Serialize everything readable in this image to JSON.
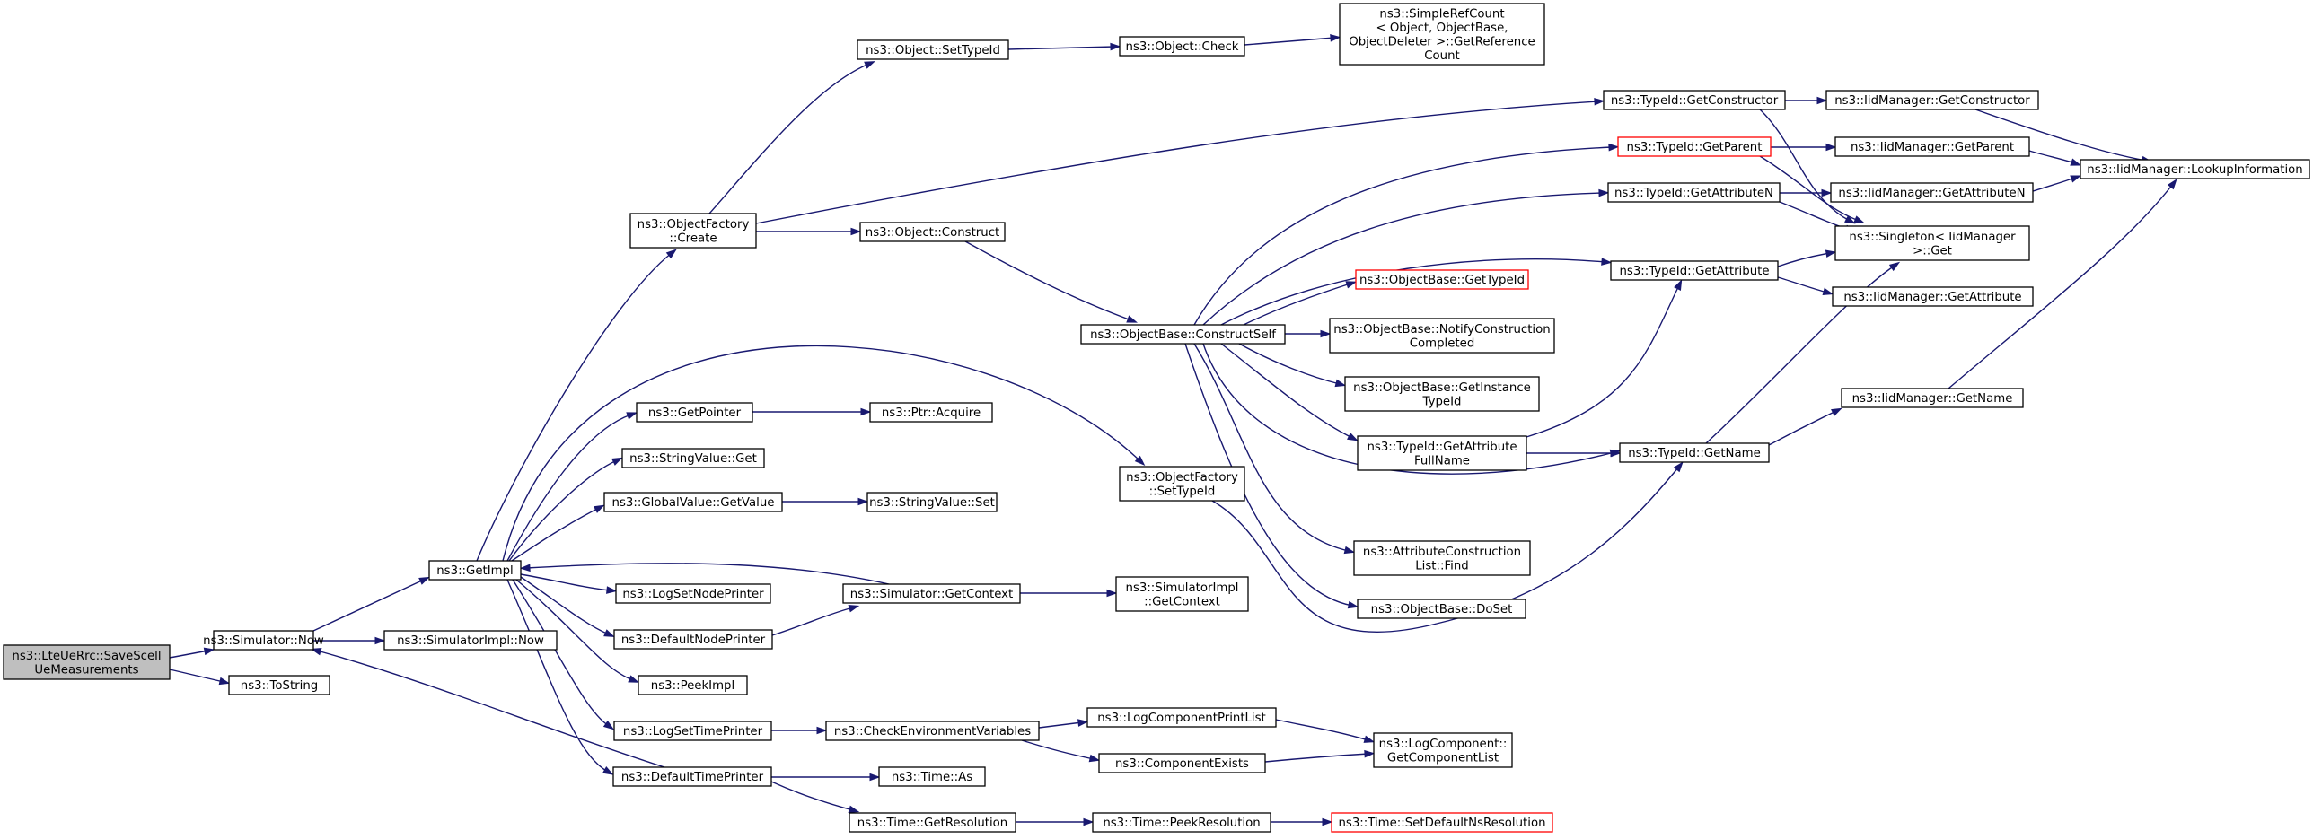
{
  "graph": {
    "colors": {
      "edge": "#191970",
      "node_border": "#000000",
      "root_fill": "#bfbfbf",
      "truncated_border": "#ff0000"
    },
    "nodes": [
      {
        "id": "n0",
        "lines": [
          "ns3::LteUeRrc::SaveScell",
          "UeMeasurements"
        ],
        "style": "root"
      },
      {
        "id": "n1",
        "lines": [
          "ns3::Simulator::Now"
        ]
      },
      {
        "id": "n2",
        "lines": [
          "ns3::ToString"
        ]
      },
      {
        "id": "n3",
        "lines": [
          "ns3::GetImpl"
        ]
      },
      {
        "id": "n4",
        "lines": [
          "ns3::SimulatorImpl::Now"
        ]
      },
      {
        "id": "n5",
        "lines": [
          "ns3::ObjectFactory",
          "::Create"
        ]
      },
      {
        "id": "n6",
        "lines": [
          "ns3::GetPointer"
        ]
      },
      {
        "id": "n7",
        "lines": [
          "ns3::StringValue::Get"
        ]
      },
      {
        "id": "n8",
        "lines": [
          "ns3::GlobalValue::GetValue"
        ]
      },
      {
        "id": "n9",
        "lines": [
          "ns3::LogSetNodePrinter"
        ]
      },
      {
        "id": "n10",
        "lines": [
          "ns3::DefaultNodePrinter"
        ]
      },
      {
        "id": "n11",
        "lines": [
          "ns3::PeekImpl"
        ]
      },
      {
        "id": "n12",
        "lines": [
          "ns3::LogSetTimePrinter"
        ]
      },
      {
        "id": "n13",
        "lines": [
          "ns3::DefaultTimePrinter"
        ]
      },
      {
        "id": "n14",
        "lines": [
          "ns3::Object::SetTypeId"
        ]
      },
      {
        "id": "n15",
        "lines": [
          "ns3::Object::Construct"
        ]
      },
      {
        "id": "n16",
        "lines": [
          "ns3::Ptr::Acquire"
        ]
      },
      {
        "id": "n17",
        "lines": [
          "ns3::StringValue::Set"
        ]
      },
      {
        "id": "n18",
        "lines": [
          "ns3::Simulator::GetContext"
        ]
      },
      {
        "id": "n19",
        "lines": [
          "ns3::CheckEnvironmentVariables"
        ]
      },
      {
        "id": "n20",
        "lines": [
          "ns3::Time::As"
        ]
      },
      {
        "id": "n21",
        "lines": [
          "ns3::Time::GetResolution"
        ]
      },
      {
        "id": "n22",
        "lines": [
          "ns3::Object::Check"
        ]
      },
      {
        "id": "n23",
        "lines": [
          "ns3::ObjectBase::ConstructSelf"
        ]
      },
      {
        "id": "n24",
        "lines": [
          "ns3::ObjectFactory",
          "::SetTypeId"
        ]
      },
      {
        "id": "n25",
        "lines": [
          "ns3::SimulatorImpl",
          "::GetContext"
        ]
      },
      {
        "id": "n26",
        "lines": [
          "ns3::LogComponentPrintList"
        ]
      },
      {
        "id": "n27",
        "lines": [
          "ns3::ComponentExists"
        ]
      },
      {
        "id": "n28",
        "lines": [
          "ns3::Time::PeekResolution"
        ]
      },
      {
        "id": "n29",
        "lines": [
          "ns3::SimpleRefCount",
          "< Object, ObjectBase,",
          "ObjectDeleter >::GetReference",
          "Count"
        ]
      },
      {
        "id": "n30",
        "lines": [
          "ns3::ObjectBase::GetTypeId"
        ],
        "style": "truncated"
      },
      {
        "id": "n31",
        "lines": [
          "ns3::ObjectBase::NotifyConstruction",
          "Completed"
        ]
      },
      {
        "id": "n32",
        "lines": [
          "ns3::ObjectBase::GetInstance",
          "TypeId"
        ]
      },
      {
        "id": "n33",
        "lines": [
          "ns3::TypeId::GetAttribute",
          "FullName"
        ]
      },
      {
        "id": "n34",
        "lines": [
          "ns3::AttributeConstruction",
          "List::Find"
        ]
      },
      {
        "id": "n35",
        "lines": [
          "ns3::ObjectBase::DoSet"
        ]
      },
      {
        "id": "n36",
        "lines": [
          "ns3::LogComponent::",
          "GetComponentList"
        ]
      },
      {
        "id": "n37",
        "lines": [
          "ns3::Time::SetDefaultNsResolution"
        ],
        "style": "truncated"
      },
      {
        "id": "n38",
        "lines": [
          "ns3::TypeId::GetConstructor"
        ]
      },
      {
        "id": "n39",
        "lines": [
          "ns3::TypeId::GetParent"
        ],
        "style": "truncated"
      },
      {
        "id": "n40",
        "lines": [
          "ns3::TypeId::GetAttributeN"
        ]
      },
      {
        "id": "n41",
        "lines": [
          "ns3::TypeId::GetAttribute"
        ]
      },
      {
        "id": "n42",
        "lines": [
          "ns3::TypeId::GetName"
        ]
      },
      {
        "id": "n43",
        "lines": [
          "ns3::IidManager::GetConstructor"
        ]
      },
      {
        "id": "n44",
        "lines": [
          "ns3::IidManager::GetParent"
        ]
      },
      {
        "id": "n45",
        "lines": [
          "ns3::IidManager::GetAttributeN"
        ]
      },
      {
        "id": "n46",
        "lines": [
          "ns3::Singleton< IidManager",
          " >::Get"
        ]
      },
      {
        "id": "n47",
        "lines": [
          "ns3::IidManager::GetAttribute"
        ]
      },
      {
        "id": "n48",
        "lines": [
          "ns3::IidManager::GetName"
        ]
      },
      {
        "id": "n49",
        "lines": [
          "ns3::IidManager::LookupInformation"
        ]
      }
    ]
  }
}
